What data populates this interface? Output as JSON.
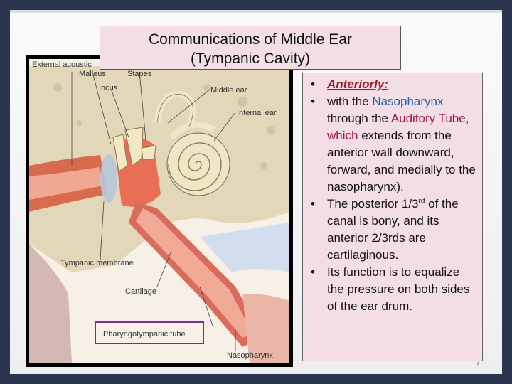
{
  "title": {
    "line1": "Communications of Middle Ear",
    "line2": "(Tympanic Cavity)"
  },
  "figure": {
    "labels": {
      "external_acoustic": "External acoustic",
      "malleus": "Malleus",
      "stapes": "Stapes",
      "incus": "Incus",
      "middle_ear": "Middle ear",
      "internal_ear": "Internal ear",
      "tympanic_membrane": "Tympanic membrane",
      "cartilage": "Cartilage",
      "pharyngotympanic_tube": "Pharyngotympanic tube",
      "nasopharynx": "Nasopharynx"
    }
  },
  "bullets": {
    "b1": "Anteriorly:",
    "b2_prefix": "with the ",
    "b2_nasopharynx": "Nasopharynx",
    "b2_through": " through the ",
    "b2_auditory": "Auditory Tube, which",
    "b2_rest": " extends from the anterior wall downward, forward, and medially to the nasopharynx).",
    "b3_prefix": "The posterior 1/3",
    "b3_sup": "rd",
    "b3_rest": " of the canal is bony, and its anterior  2/3rds are cartilaginous.",
    "b4": "Its function is to equalize the pressure on both sides of the ear drum."
  },
  "slide_number": "7",
  "colors": {
    "title_bg": "#f4dee5",
    "anteriorly": "#9b1b35",
    "nasopharynx": "#1f5fa4",
    "auditory_tube": "#a1183c",
    "highlight_box": "#7b2d8e"
  }
}
